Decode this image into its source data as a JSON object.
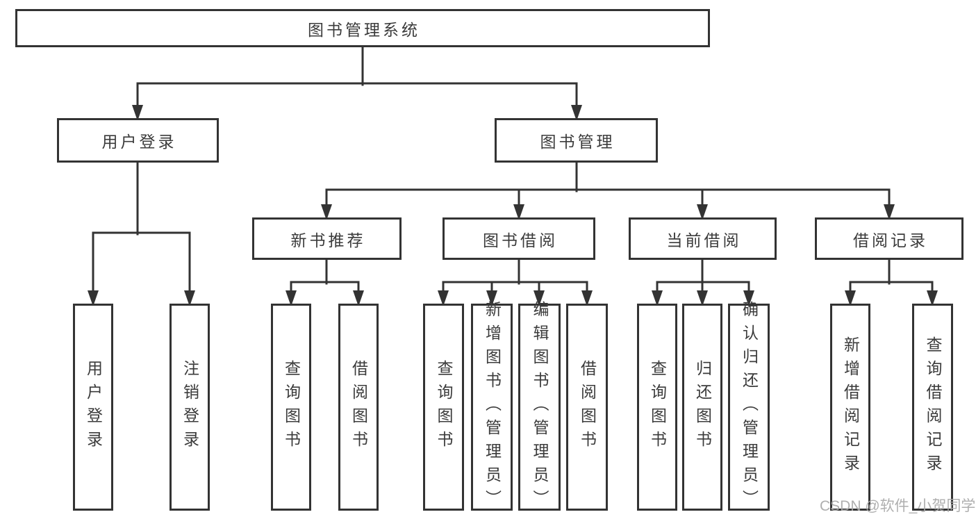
{
  "root": {
    "label": "图书管理系统"
  },
  "branches": {
    "user_login": {
      "label": "用户登录",
      "children": [
        "用户登录",
        "注销登录"
      ]
    },
    "book_mgmt": {
      "label": "图书管理",
      "sections": {
        "new_book": {
          "label": "新书推荐",
          "children": [
            "查询图书",
            "借阅图书"
          ]
        },
        "book_borrow": {
          "label": "图书借阅",
          "children": [
            "查询图书",
            "新增图书（管理员）",
            "编辑图书（管理员）",
            "借阅图书"
          ]
        },
        "current_borrow": {
          "label": "当前借阅",
          "children": [
            "查询图书",
            "归还图书",
            "确认归还（管理员）"
          ]
        },
        "borrow_records": {
          "label": "借阅记录",
          "children": [
            "新增借阅记录",
            "查询借阅记录"
          ]
        }
      }
    }
  },
  "watermark": "CSDN @软件_小贺同学",
  "colors": {
    "line": "#333333",
    "text": "#3b3b3b",
    "watermark": "#a8a8a8"
  }
}
